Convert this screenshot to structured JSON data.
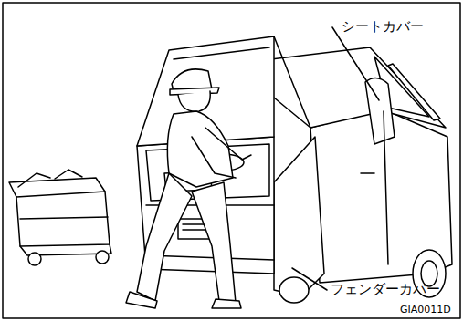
{
  "diagram": {
    "labels": [
      "シートカバー",
      "フェンダーカバー",
      "GIA0011D"
    ]
  }
}
